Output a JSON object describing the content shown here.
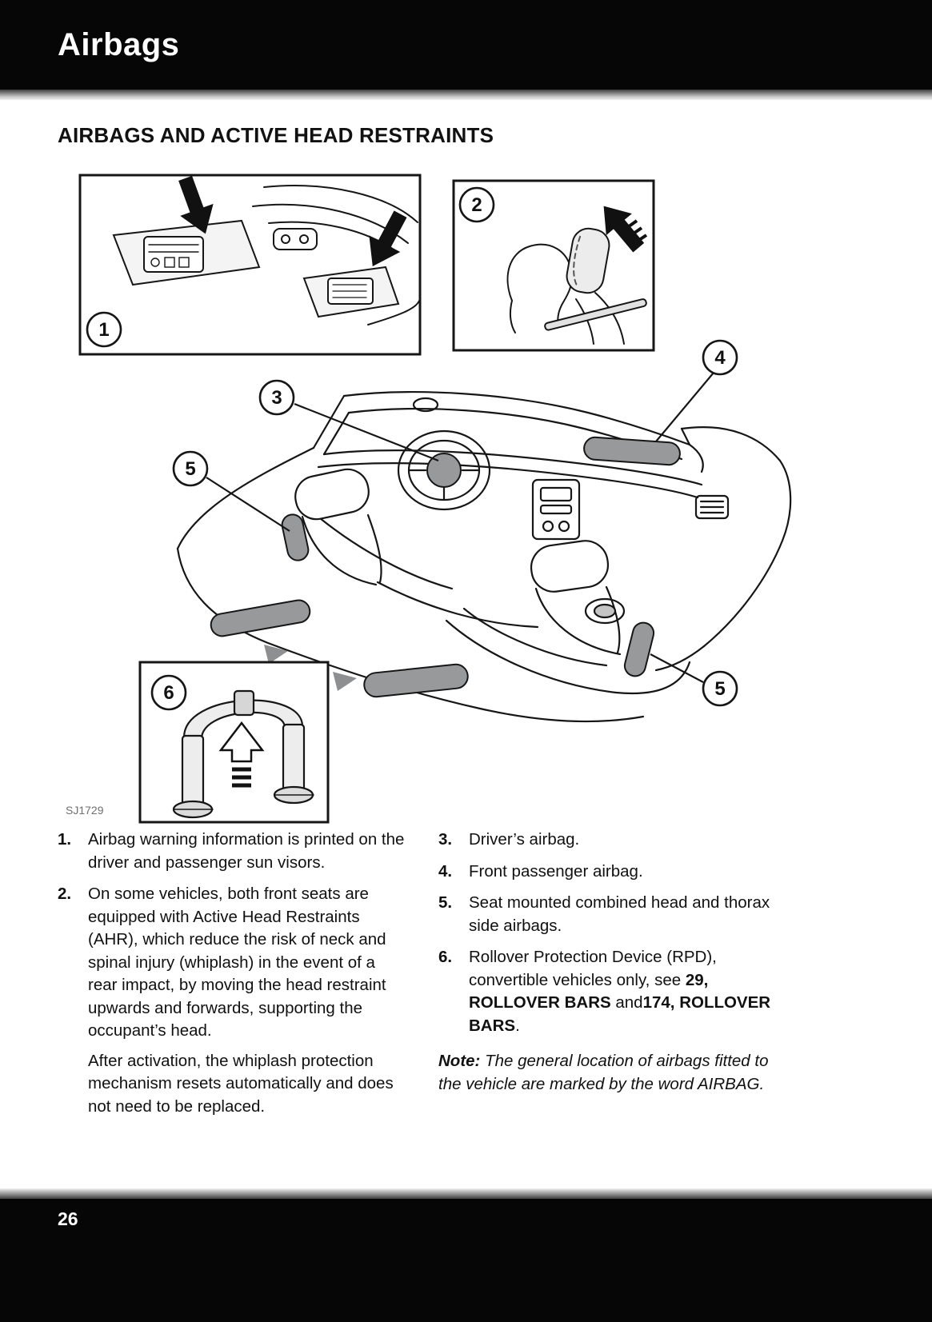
{
  "header": {
    "title": "Airbags"
  },
  "section_heading": "AIRBAGS AND ACTIVE HEAD RESTRAINTS",
  "figure": {
    "caption": "SJ1729",
    "callouts": {
      "n1": "1",
      "n2": "2",
      "n3": "3",
      "n4": "4",
      "n5a": "5",
      "n5b": "5",
      "n6": "6"
    }
  },
  "list": {
    "left": [
      {
        "num": "1.",
        "p1": "Airbag warning information is printed on the driver and passenger sun visors."
      },
      {
        "num": "2.",
        "p1": "On some vehicles, both front seats are equipped with Active Head Restraints (AHR), which reduce the risk of neck and spinal injury (whiplash) in the event of a rear impact, by moving the head restraint upwards and forwards, supporting the occupant’s head.",
        "p2": "After activation, the whiplash protection mechanism resets automatically and does not need to be replaced."
      }
    ],
    "right": [
      {
        "num": "3.",
        "text": "Driver’s airbag."
      },
      {
        "num": "4.",
        "text": "Front passenger airbag."
      },
      {
        "num": "5.",
        "text": "Seat mounted combined head and thorax side airbags."
      },
      {
        "num": "6.",
        "t1": "Rollover Protection Device (RPD), convertible vehicles only, see ",
        "b1": "29, ROLLOVER BARS",
        "t2": " and",
        "b2": "174, ROLLOVER BARS",
        "t3": "."
      }
    ]
  },
  "note": {
    "label": "Note:",
    "text": " The general location of airbags fitted to the vehicle are marked by the word AIRBAG."
  },
  "footer": {
    "page_number": "26"
  },
  "colors": {
    "airbag_pad_gray": "#97999b",
    "header_black": "#060606"
  }
}
